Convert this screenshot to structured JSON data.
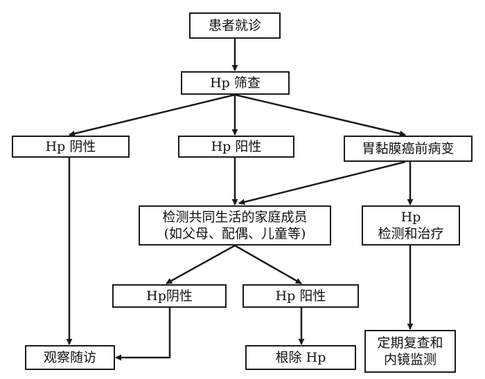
{
  "nodes": {
    "visit": [
      "患者就诊"
    ],
    "screen": [
      "Hp 筛查"
    ],
    "neg1": [
      "Hp 阴性"
    ],
    "pos1": [
      "Hp 阳性"
    ],
    "precancer": [
      "胃黏膜癌前病变"
    ],
    "family": [
      "检测共同生活的家庭成员",
      "(如父母、配偶、儿童等)"
    ],
    "treat": [
      "Hp",
      "检测和治疗"
    ],
    "neg2": [
      "Hp阴性"
    ],
    "pos2": [
      "Hp 阳性"
    ],
    "observe": [
      "观察随访"
    ],
    "eradicate": [
      "根除 Hp"
    ],
    "followup": [
      "定期复查和",
      "内镜监测"
    ]
  },
  "edges": [
    [
      "visit",
      "screen"
    ],
    [
      "screen",
      "neg1"
    ],
    [
      "screen",
      "pos1"
    ],
    [
      "screen",
      "precancer"
    ],
    [
      "pos1",
      "family"
    ],
    [
      "precancer",
      "family"
    ],
    [
      "precancer",
      "treat"
    ],
    [
      "neg1",
      "observe"
    ],
    [
      "family",
      "neg2"
    ],
    [
      "family",
      "pos2"
    ],
    [
      "neg2",
      "observe"
    ],
    [
      "pos2",
      "eradicate"
    ],
    [
      "treat",
      "followup"
    ]
  ]
}
